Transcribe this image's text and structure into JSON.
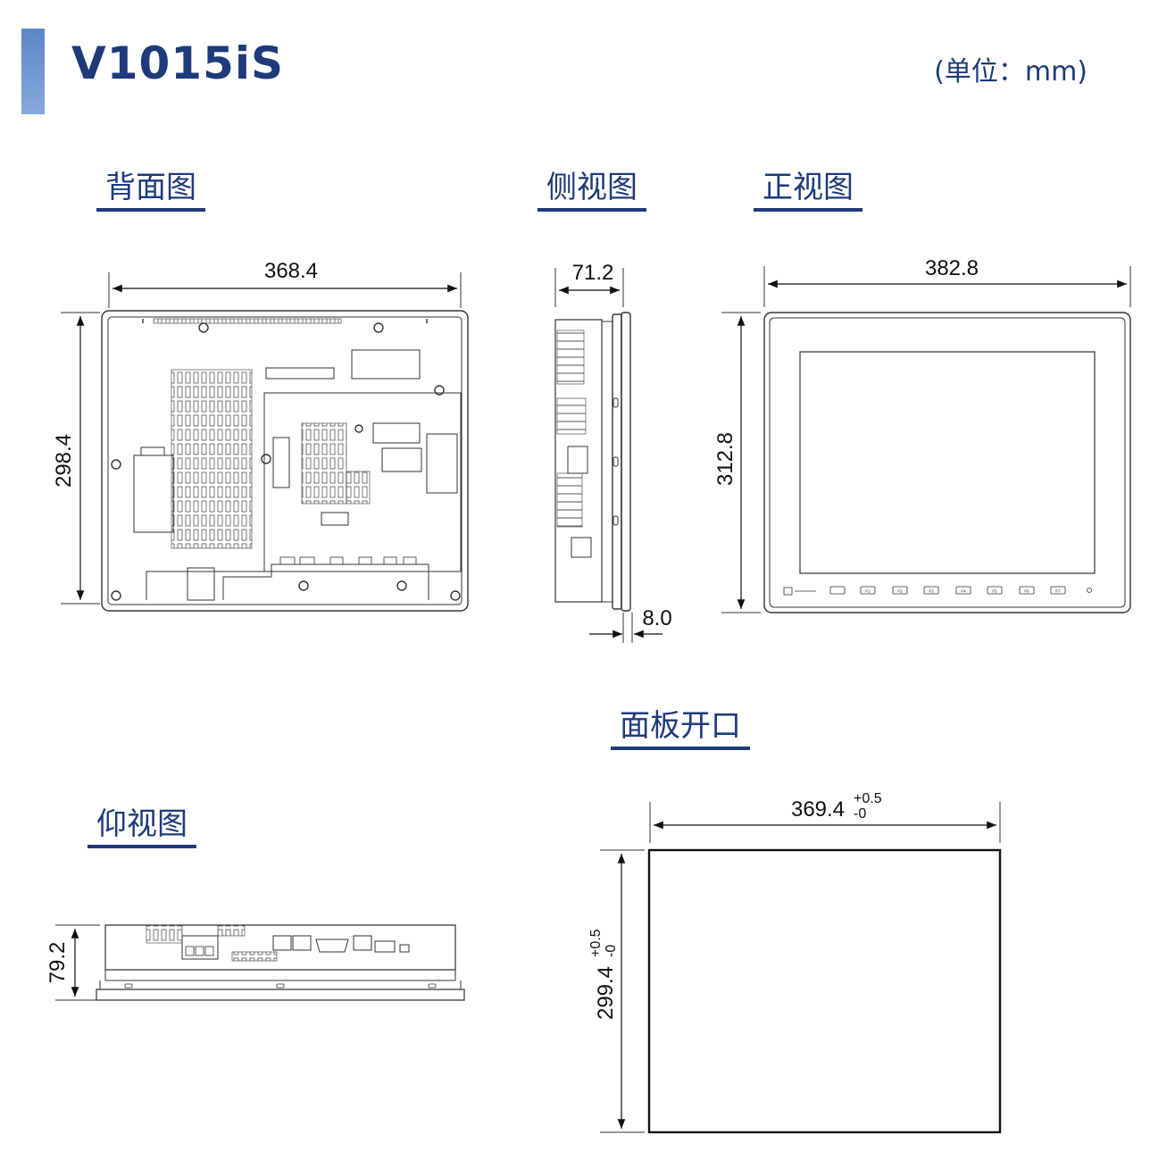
{
  "header": {
    "model": "V1015iS",
    "unit": "(单位：mm)"
  },
  "views": {
    "back": "背面图",
    "side": "侧视图",
    "front": "正视图",
    "cutout": "面板开口",
    "bottom": "仰视图"
  },
  "dimensions": {
    "back_width": "368.4",
    "back_height": "298.4",
    "side_depth": "71.2",
    "side_bezel": "8.0",
    "front_width": "382.8",
    "front_height": "312.8",
    "bottom_height": "79.2",
    "cutout_width": "369.4",
    "cutout_height": "299.4",
    "tol_plus": "+0.5",
    "tol_minus": "-0"
  },
  "front_keys": [
    "F1",
    "F2",
    "F3",
    "F4",
    "F5",
    "F6",
    "F7"
  ],
  "colors": {
    "accent": "#1e3a7a",
    "bar": "#6f97d6",
    "line": "#333333"
  }
}
